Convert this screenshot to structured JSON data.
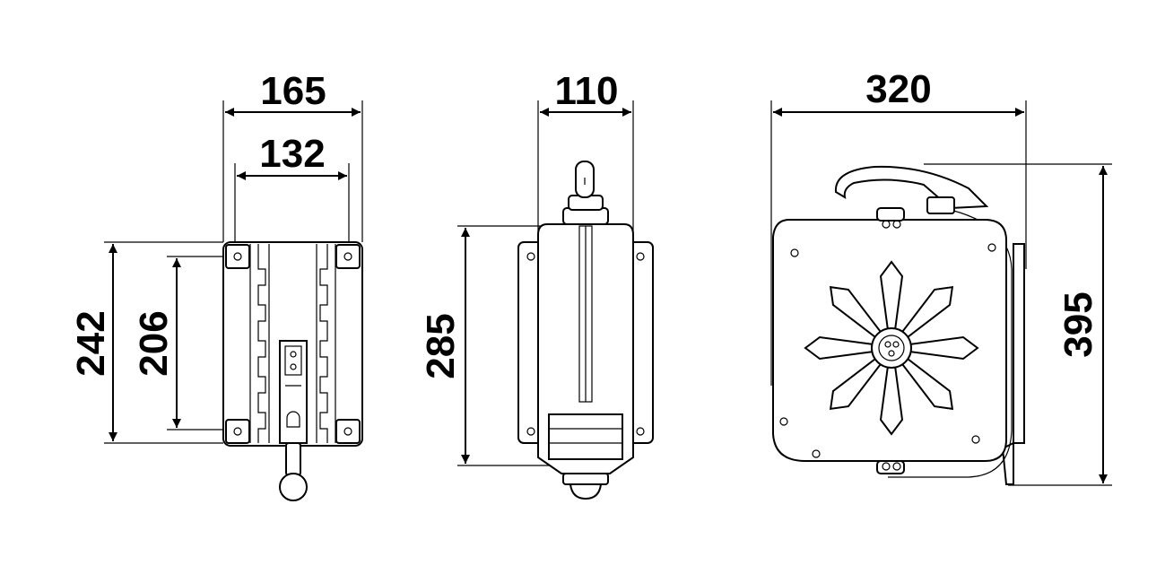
{
  "dimensions": {
    "view1_width_outer": "165",
    "view1_width_inner": "132",
    "view1_height_outer": "242",
    "view1_height_inner": "206",
    "view2_width": "110",
    "view2_height": "285",
    "view3_width": "320",
    "view3_height": "395"
  }
}
